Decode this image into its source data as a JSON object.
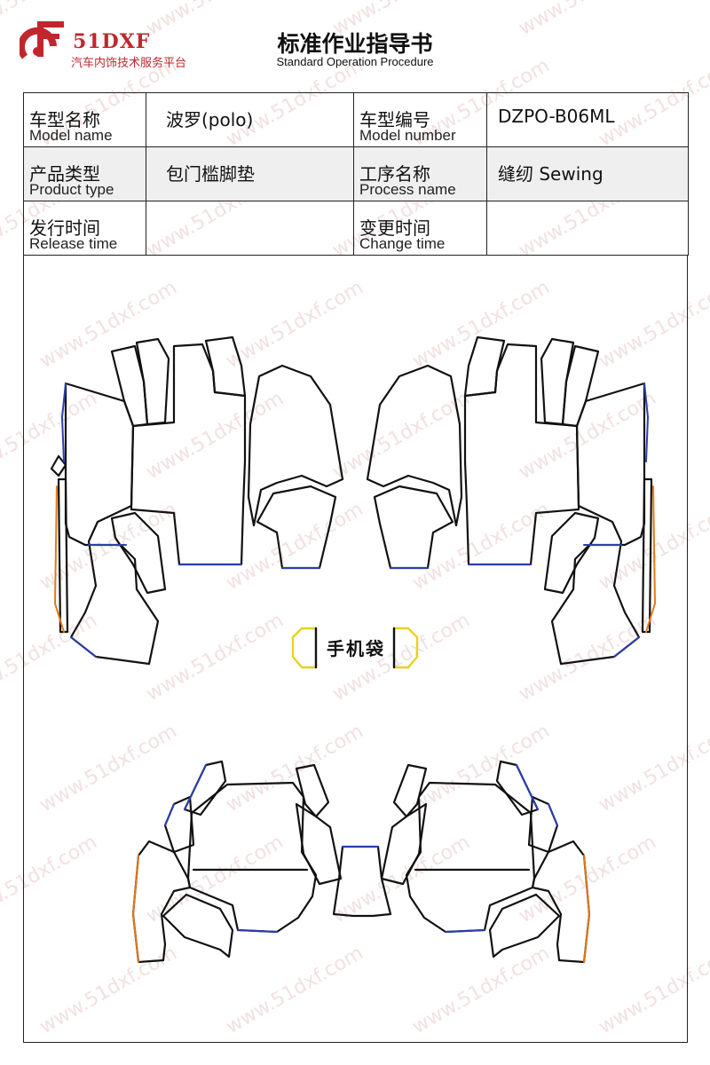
{
  "header": {
    "logo_text": "51DXF",
    "logo_tagline": "汽车内饰技术服务平台",
    "title": "标准作业指导书",
    "subtitle": "Standard Operation Procedure"
  },
  "info": {
    "model_name": {
      "label_zh": "车型名称",
      "label_en": "Model name",
      "value": "波罗(polo)"
    },
    "model_number": {
      "label_zh": "车型编号",
      "label_en": "Model number",
      "value": "DZPO-B06ML"
    },
    "product_type": {
      "label_zh": "产品类型",
      "label_en": "Product type",
      "value": "包门槛脚垫"
    },
    "process_name": {
      "label_zh": "工序名称",
      "label_en": "Process name",
      "value": "缝纫 Sewing"
    },
    "release_time": {
      "label_zh": "发行时间",
      "label_en": "Release time",
      "value": ""
    },
    "change_time": {
      "label_zh": "变更时间",
      "label_en": "Change time",
      "value": ""
    }
  },
  "drawing": {
    "phone_pocket_label": "手机袋"
  },
  "watermark": "www.51dxf.com",
  "colors": {
    "brand": "#c0272d",
    "outline": "#111111",
    "edge_blue": "#2b3fb0",
    "edge_orange": "#e07a1a",
    "edge_yellow": "#e8d21c"
  }
}
